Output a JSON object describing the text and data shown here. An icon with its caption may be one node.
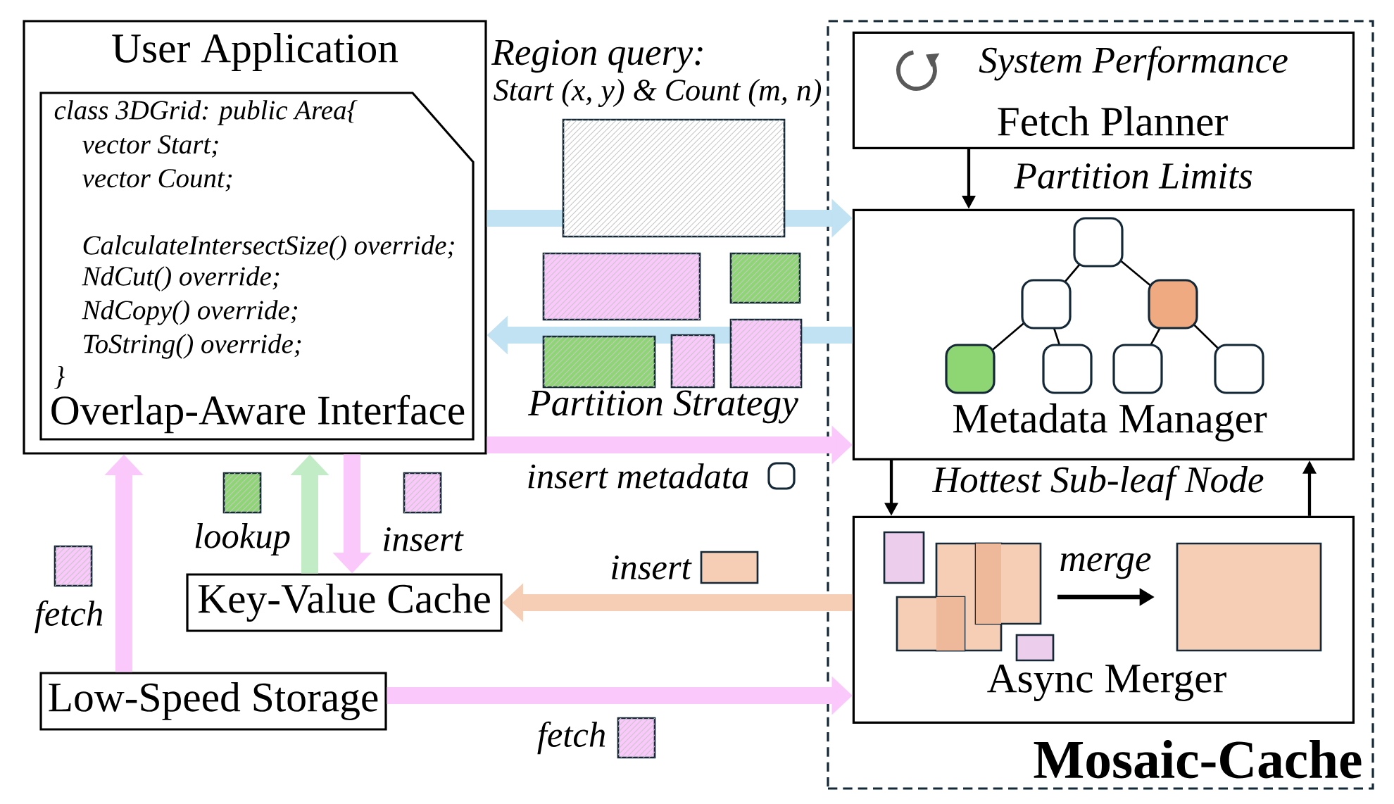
{
  "diagram": {
    "nodes": [
      {
        "text": [
          "User Application"
        ]
      },
      {
        "text": [
          "class 3DGrid: public Area{",
          "vector Start;",
          "vector Count;",
          "CalculateIntersectSize() override;",
          "NdCut() override;",
          "NdCopy() override;",
          "ToString() override;",
          "}",
          "Overlap-Aware Interface"
        ],
        "in": 0
      },
      {
        "text": [
          "Mosaic-Cache"
        ]
      },
      {
        "text": [
          "System Performance",
          "Fetch Planner"
        ],
        "in": 2
      },
      {
        "text": [
          "Metadata Manager"
        ],
        "in": 2
      },
      {
        "text": [
          "Async Merger"
        ],
        "in": 2
      },
      {
        "text": [
          "Key-Value Cache"
        ]
      },
      {
        "text": [
          "Low-Speed Storage"
        ]
      }
    ],
    "edges": [
      {
        "from": 3,
        "to": 4,
        "arrow": "to",
        "label": "Partition Limits",
        "color": "#000000"
      },
      {
        "from": 4,
        "to": 5,
        "arrow": "to",
        "label": "Hottest Sub-leaf Node",
        "color": "#000000"
      },
      {
        "from": 5,
        "to": 4,
        "arrow": "to",
        "color": "#000000"
      },
      {
        "from": 0,
        "to": 4,
        "arrow": "to",
        "color": "#c0e2f2"
      },
      {
        "from": 4,
        "to": 0,
        "arrow": "to",
        "color": "#c0e2f2"
      },
      {
        "from": 0,
        "to": 4,
        "arrow": "to",
        "color": "#fbc8fb",
        "label": "insert metadata"
      },
      {
        "from": 6,
        "to": 0,
        "arrow": "to",
        "color": "#c2ecc6",
        "label": "lookup"
      },
      {
        "from": 0,
        "to": 6,
        "arrow": "to",
        "color": "#fbc8fb",
        "label": "insert"
      },
      {
        "from": 7,
        "to": 0,
        "arrow": "to",
        "color": "#fbc8fb",
        "label": "fetch"
      },
      {
        "from": 5,
        "to": 6,
        "arrow": "to",
        "color": "#f6cdb5",
        "label": "insert"
      },
      {
        "from": 7,
        "to": 5,
        "arrow": "to",
        "color": "#fbc8fb",
        "label": "fetch"
      }
    ],
    "labels": [
      "Region query:",
      "Start (x, y) & Count (m, n)",
      "Partition Strategy",
      "merge"
    ]
  }
}
